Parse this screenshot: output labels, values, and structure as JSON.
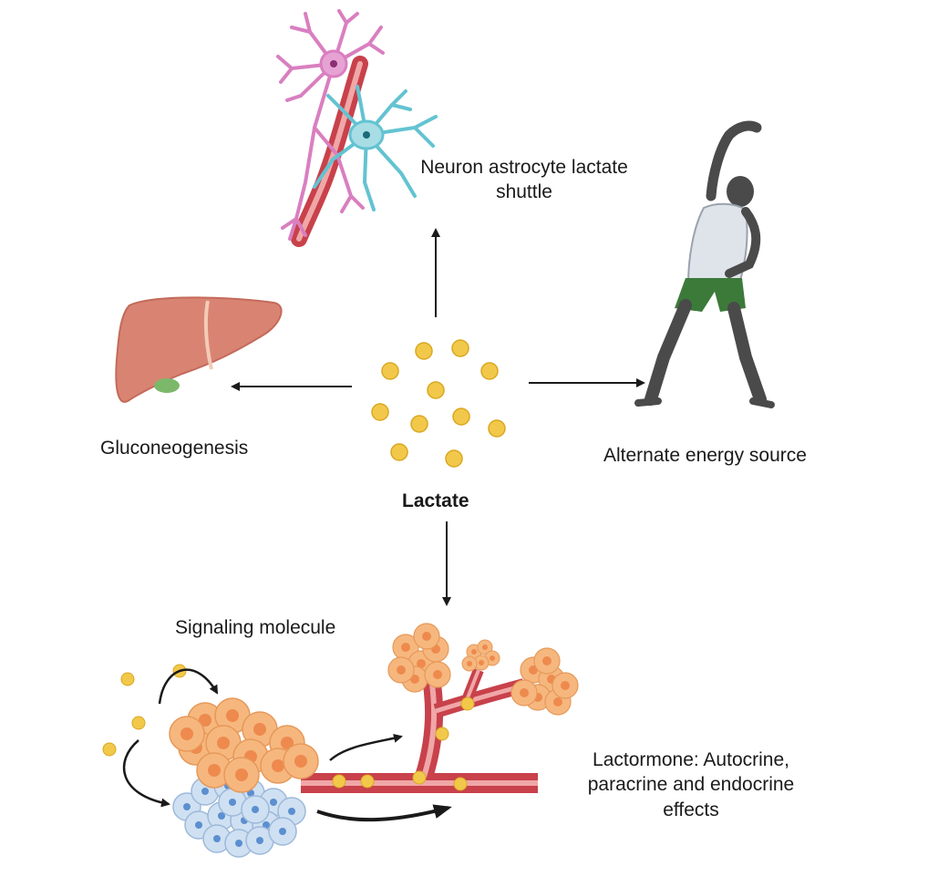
{
  "center": {
    "label": "Lactate"
  },
  "labels": {
    "neuron_line1": "Neuron astrocyte lactate",
    "neuron_line2": "shuttle",
    "gluconeogenesis": "Gluconeogenesis",
    "energy": "Alternate energy source",
    "signaling": "Signaling molecule",
    "lactormone_line1": "Lactormone: Autocrine,",
    "lactormone_line2": "paracrine and endocrine",
    "lactormone_line3": "effects"
  },
  "icons": [
    "neuron-astrocyte-icon",
    "liver-icon",
    "athlete-stretching-icon",
    "lactate-molecules-icon",
    "cell-cluster-icon",
    "blood-vessel-icon",
    "arrow-icon"
  ],
  "colors": {
    "molecule": "#f2c84b",
    "molecule_edge": "#d9a820",
    "vessel": "#c8414b",
    "vessel_light": "#f0a7a7",
    "neuron": "#d97fc0",
    "astrocyte": "#63c3d1",
    "liver": "#d98473",
    "gallbladder": "#7cb86a",
    "shorts": "#3c7a3a",
    "skin": "#4a4a4a",
    "shirt": "#dfe3ea",
    "orange_cell": "#f6b77e",
    "orange_nucleus": "#ee8a4e",
    "blue_cell": "#cfe0f2",
    "blue_nucleus": "#5b8fd0"
  }
}
